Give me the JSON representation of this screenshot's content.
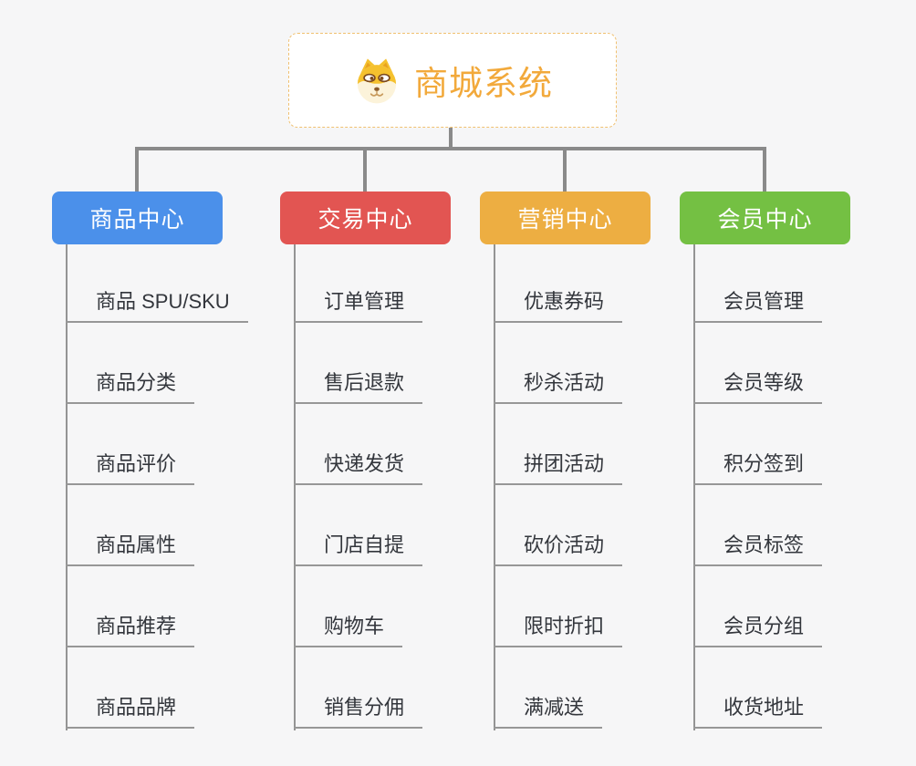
{
  "root": {
    "label": "商城系统",
    "icon": "dog-face-icon",
    "text_color": "#f2a93b",
    "border_color": "#f0c070",
    "background": "#ffffff"
  },
  "connector_color": "#8a8a8a",
  "page_background": "#f6f6f7",
  "leaf_text_color": "#33363c",
  "branches": [
    {
      "label": "商品中心",
      "color": "#4b90ea",
      "children": [
        "商品 SPU/SKU",
        "商品分类",
        "商品评价",
        "商品属性",
        "商品推荐",
        "商品品牌"
      ]
    },
    {
      "label": "交易中心",
      "color": "#e25552",
      "children": [
        "订单管理",
        "售后退款",
        "快递发货",
        "门店自提",
        "购物车",
        "销售分佣"
      ]
    },
    {
      "label": "营销中心",
      "color": "#edae42",
      "children": [
        "优惠券码",
        "秒杀活动",
        "拼团活动",
        "砍价活动",
        "限时折扣",
        "满减送"
      ]
    },
    {
      "label": "会员中心",
      "color": "#74c043",
      "children": [
        "会员管理",
        "会员等级",
        "积分签到",
        "会员标签",
        "会员分组",
        "收货地址"
      ]
    }
  ]
}
